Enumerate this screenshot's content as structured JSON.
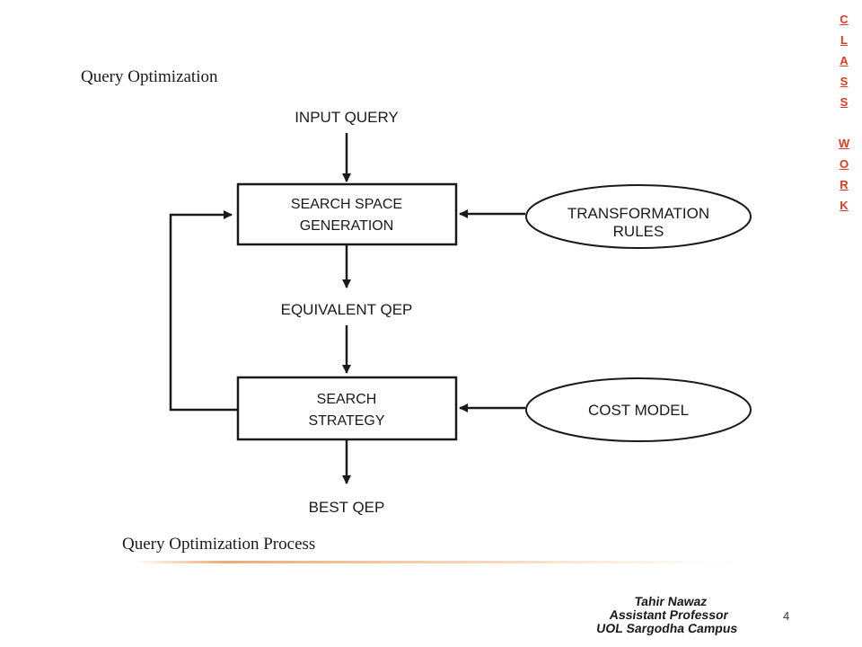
{
  "slide": {
    "side_label_letters": [
      "C",
      "L",
      "A",
      "S",
      "S",
      "",
      "W",
      "O",
      "R",
      "K"
    ],
    "page_number": "4"
  },
  "diagram": {
    "title": "Query Optimization",
    "caption": "Query Optimization Process",
    "nodes": {
      "input_query": "INPUT QUERY",
      "search_space_generation": [
        "SEARCH SPACE",
        "GENERATION"
      ],
      "transformation_rules": [
        "TRANSFORMATION",
        "RULES"
      ],
      "equivalent_qep": "EQUIVALENT QEP",
      "search_strategy": [
        "SEARCH",
        "STRATEGY"
      ],
      "cost_model": "COST MODEL",
      "best_qep": "BEST QEP"
    }
  },
  "signature": {
    "line1": "Tahir Nawaz",
    "line2": "Assistant Professor",
    "line3": "UOL Sargodha Campus"
  },
  "colors": {
    "accent_label": "#e03a1e",
    "ink": "#1a1a1a",
    "rule_gold": "#e8a365"
  }
}
